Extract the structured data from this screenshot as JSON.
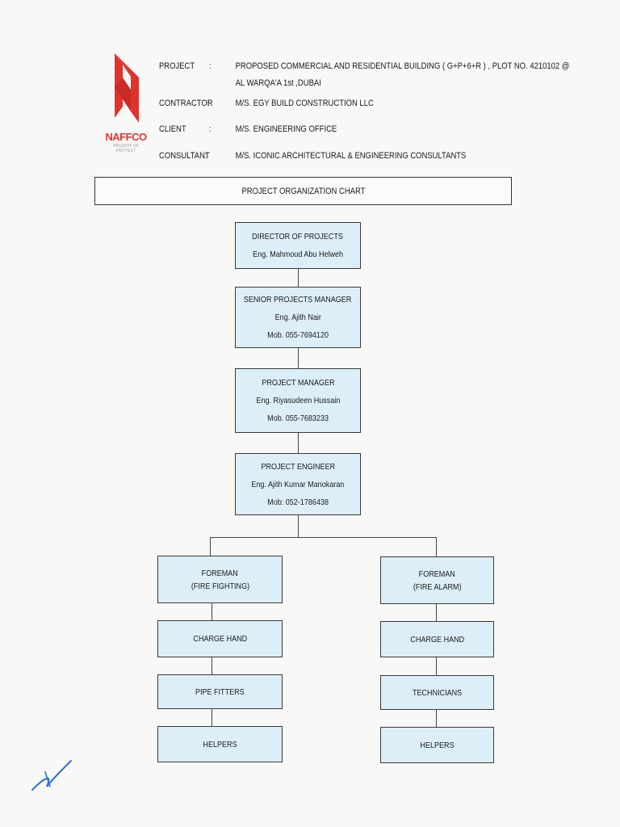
{
  "logo": {
    "word": "NAFFCO",
    "tagline": "PASSION OF PROTECT"
  },
  "header": [
    {
      "label": "PROJECT",
      "colon": ":",
      "value_lines": [
        "PROPOSED COMMERCIAL AND RESIDENTIAL BUILDING ( G+P+6+R ) , PLOT NO. 4210102 @",
        "AL WARQA'A 1st ,DUBAI"
      ]
    },
    {
      "label": "CONTRACTOR",
      "colon": ":",
      "value_lines": [
        "M/S. EGY BUILD CONSTRUCTION LLC"
      ]
    },
    {
      "label": "CLIENT",
      "colon": ":",
      "value_lines": [
        "M/S. ENGINEERING OFFICE"
      ]
    },
    {
      "label": "CONSULTANT",
      "colon": ":",
      "value_lines": [
        "M/S. ICONIC ARCHITECTURAL & ENGINEERING CONSULTANTS"
      ]
    }
  ],
  "title": "PROJECT ORGANIZATION CHART",
  "org": {
    "director": [
      "DIRECTOR OF PROJECTS",
      "Eng. Mahmoud Abu Helweh"
    ],
    "senior_pm": [
      "SENIOR PROJECTS MANAGER",
      "Eng. Ajith Nair",
      "Mob. 055-7694120"
    ],
    "pm": [
      "PROJECT MANAGER",
      "Eng. Riyasudeen Hussain",
      "Mob. 055-7683233"
    ],
    "engineer": [
      "PROJECT ENGINEER",
      "Eng. Ajith Kumar Manokaran",
      "Mob: 052-1786438"
    ],
    "left": {
      "foreman": [
        "FOREMAN",
        "(FIRE FIGHTING)"
      ],
      "charge_hand": "CHARGE HAND",
      "workers": "PIPE FITTERS",
      "helpers": "HELPERS"
    },
    "right": {
      "foreman": [
        "FOREMAN",
        "(FIRE ALARM)"
      ],
      "charge_hand": "CHARGE HAND",
      "workers": "TECHNICIANS",
      "helpers": "HELPERS"
    }
  },
  "colors": {
    "box_fill": "#dceef8",
    "logo_red": "#e0332e",
    "signature_blue": "#2a6fd6"
  }
}
